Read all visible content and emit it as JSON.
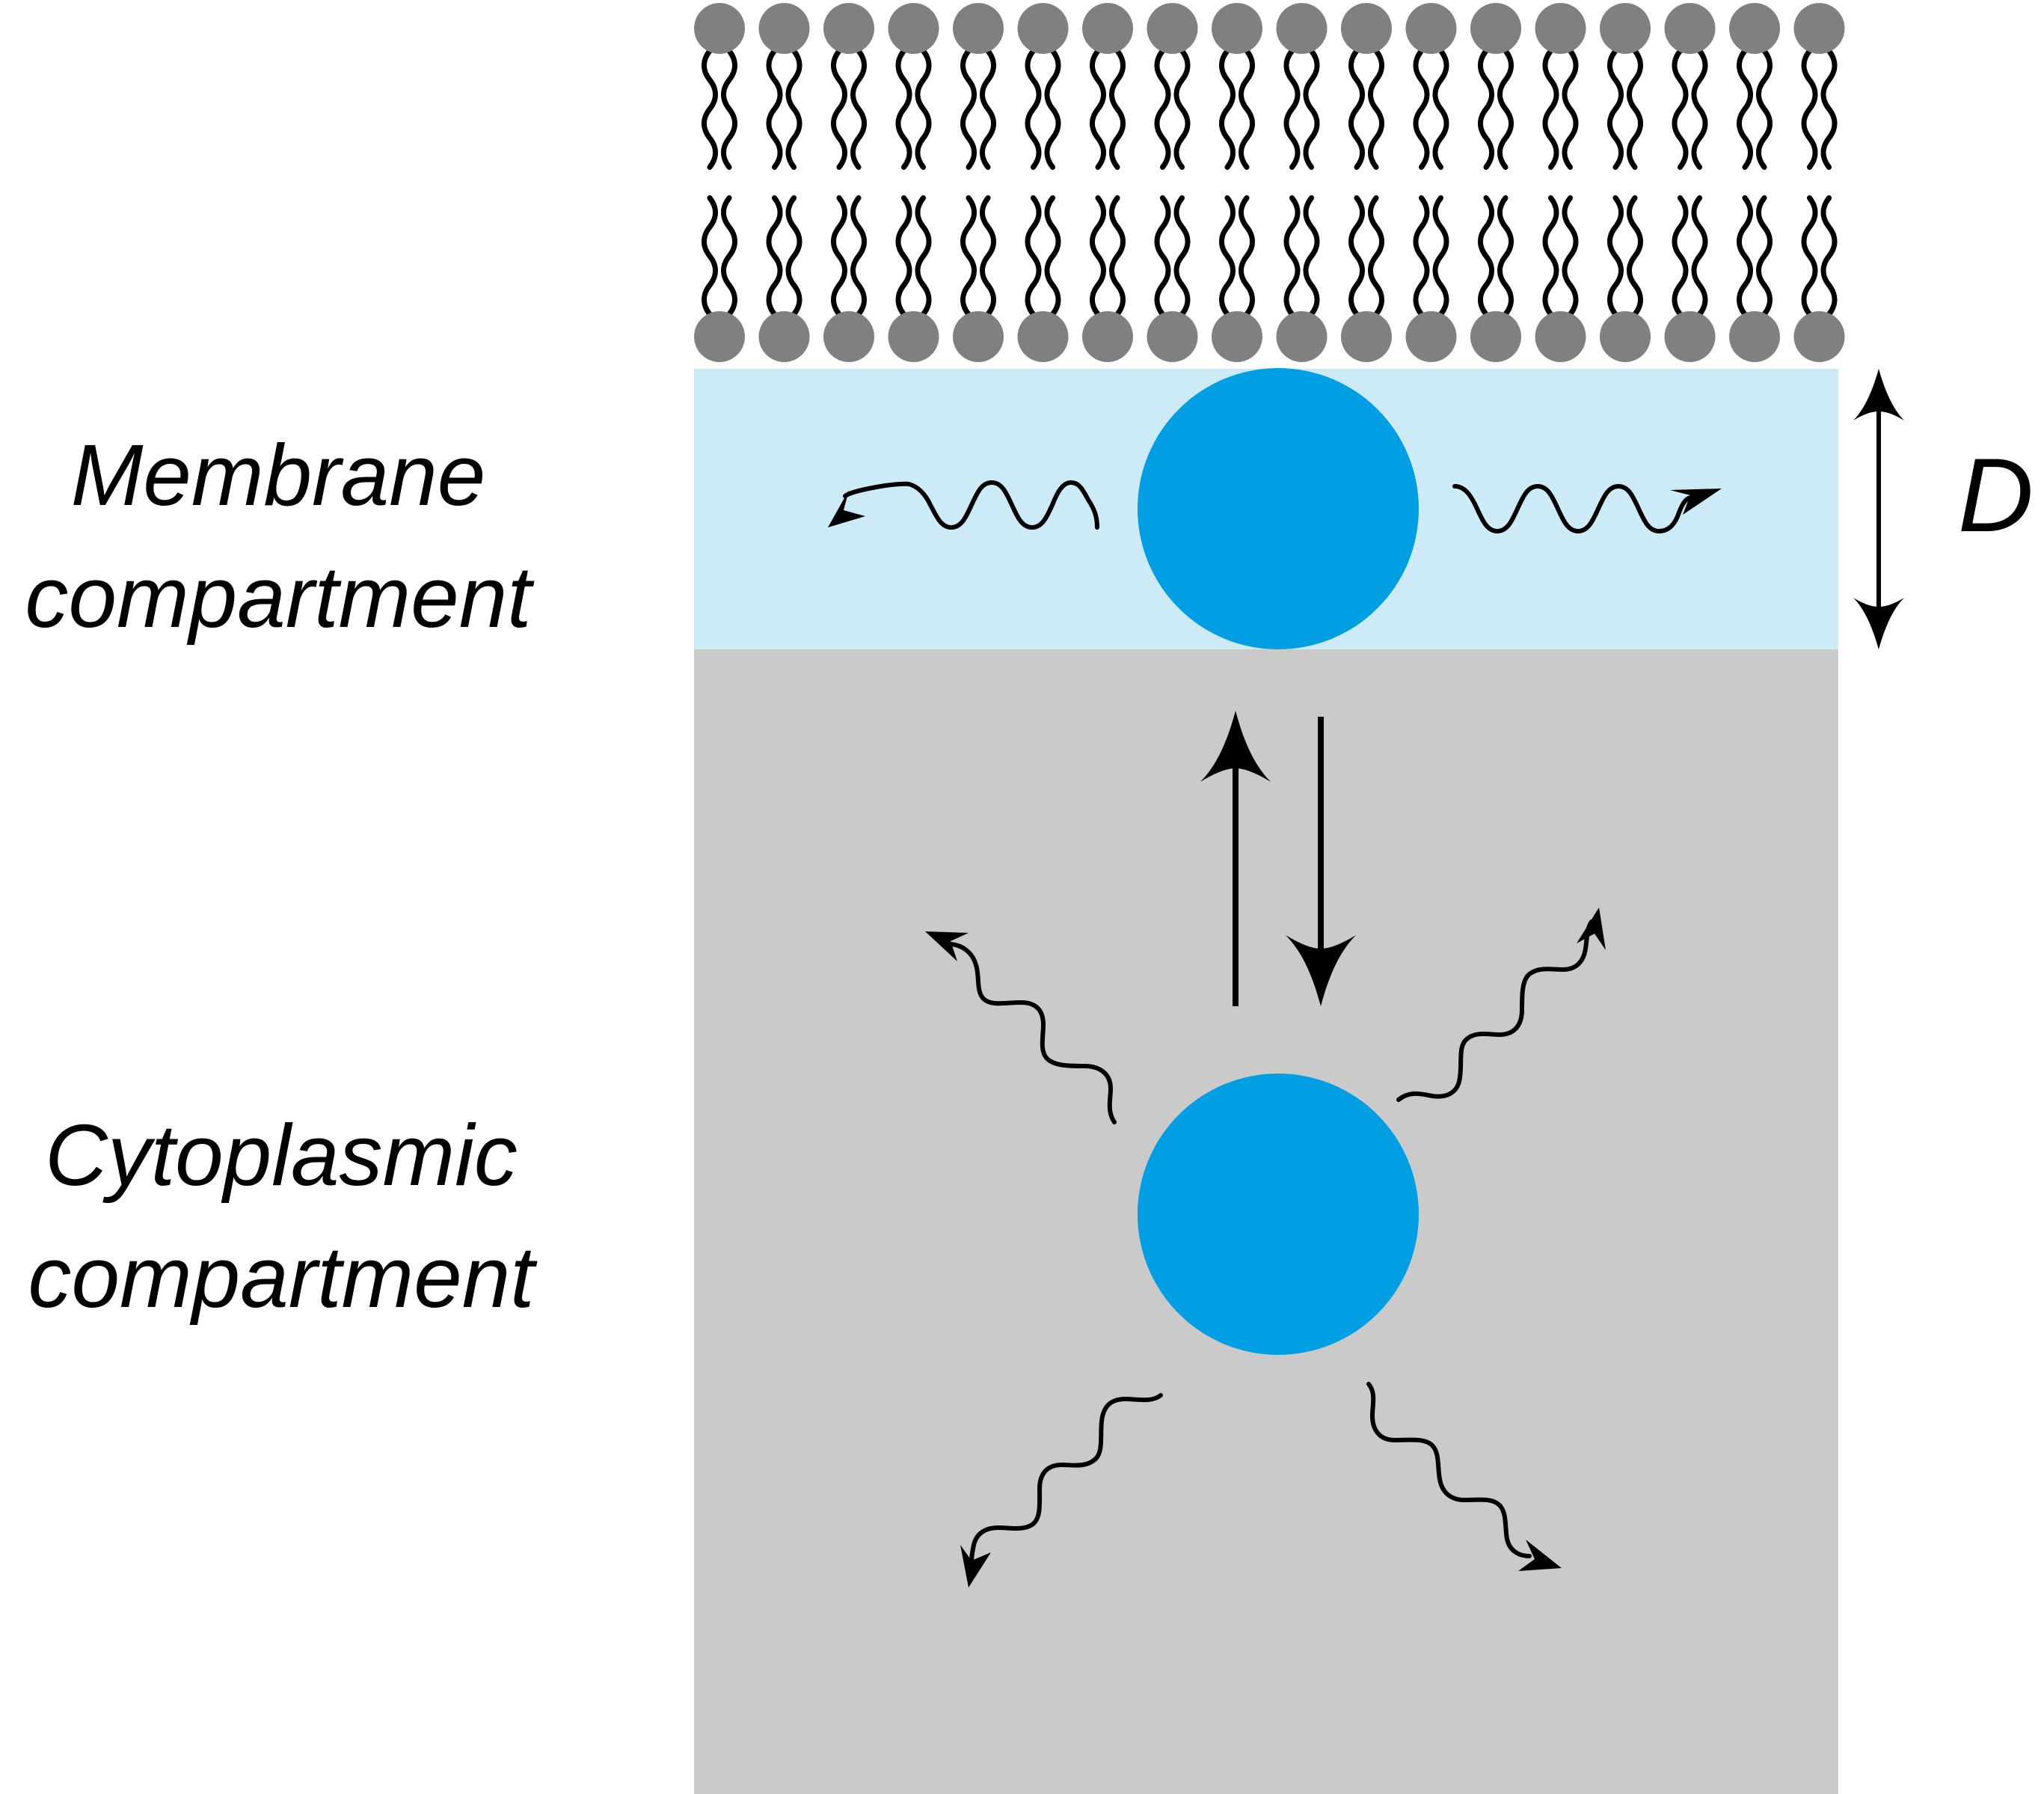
{
  "labels": {
    "membrane_line1": "Membrane",
    "membrane_line2": "compartment",
    "cytoplasm_line1": "Cytoplasmic",
    "cytoplasm_line2": "compartment",
    "thickness": "D"
  },
  "colors": {
    "membrane_compartment": "#cdeaf7",
    "cytoplasm_compartment": "#cacaca",
    "particle": "#009fe3",
    "lipid_head": "#808080",
    "stroke": "#000000",
    "background": "#ffffff"
  },
  "lipid_count_per_leaflet": 18,
  "icons": {
    "particle": "circle",
    "lipid": "phospholipid (head + two wavy tails)",
    "diffusion": "wavy arrow",
    "exchange": "opposing arrows",
    "dimension": "double-headed arrow"
  }
}
